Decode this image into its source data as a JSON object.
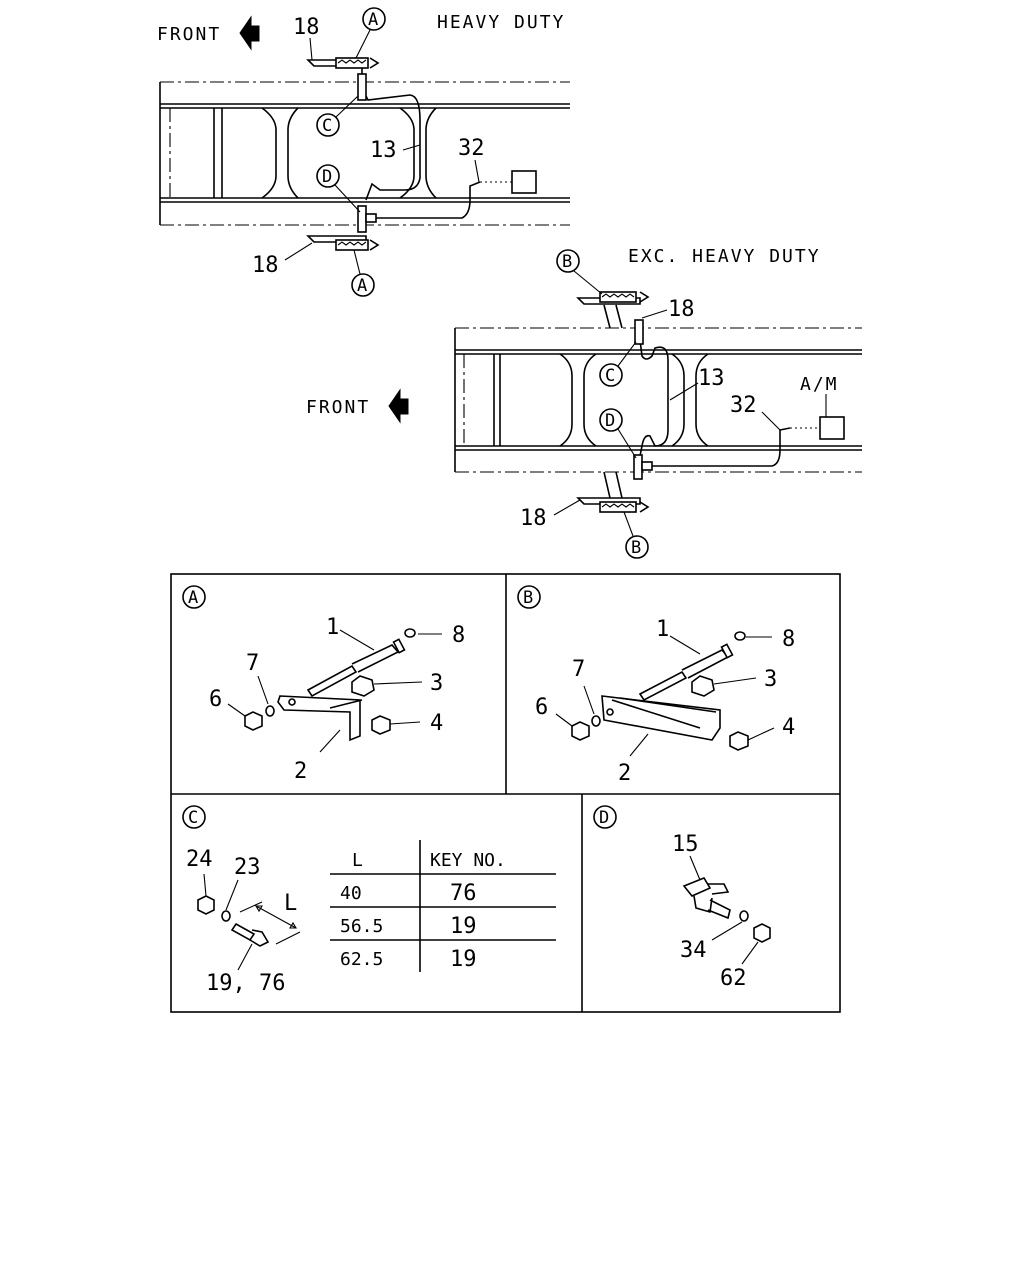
{
  "heavy_duty": {
    "caption": "HEAVY DUTY",
    "front_label": "FRONT",
    "callout_a": "A",
    "callout_c": "C",
    "callout_d": "D",
    "part_18_top": "18",
    "part_18_bottom": "18",
    "part_13": "13",
    "part_32": "32"
  },
  "exc_heavy_duty": {
    "caption": "EXC. HEAVY DUTY",
    "front_label": "FRONT",
    "callout_b": "B",
    "callout_c": "C",
    "callout_d": "D",
    "part_18_top": "18",
    "part_18_bottom": "18",
    "part_13": "13",
    "part_32": "32",
    "am_label": "A/M"
  },
  "detail_a": {
    "marker": "A",
    "labels": {
      "p1": "1",
      "p2": "2",
      "p3": "3",
      "p4": "4",
      "p6": "6",
      "p7": "7",
      "p8": "8"
    }
  },
  "detail_b": {
    "marker": "B",
    "labels": {
      "p1": "1",
      "p2": "2",
      "p3": "3",
      "p4": "4",
      "p6": "6",
      "p7": "7",
      "p8": "8"
    }
  },
  "detail_c": {
    "marker": "C",
    "labels": {
      "p24": "24",
      "p23": "23",
      "dim_l": "L",
      "p19_76": "19, 76"
    },
    "table": {
      "headers": [
        "L",
        "KEY NO."
      ],
      "rows": [
        [
          "40",
          "76"
        ],
        [
          "56.5",
          "19"
        ],
        [
          "62.5",
          "19"
        ]
      ]
    }
  },
  "detail_d": {
    "marker": "D",
    "labels": {
      "p15": "15",
      "p34": "34",
      "p62": "62"
    }
  }
}
